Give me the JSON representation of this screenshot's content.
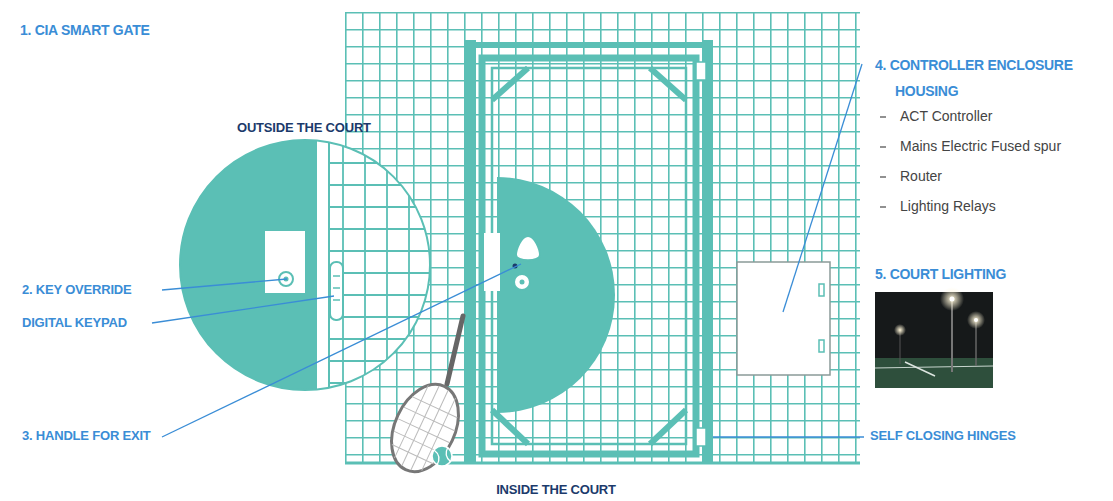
{
  "diagram": {
    "title": "1. CIA SMART GATE",
    "labels": [
      "OUTSIDE THE COURT",
      "2. KEY OVERRIDE",
      "DIGITAL KEYPAD",
      "3. HANDLE FOR EXIT",
      "4. CONTROLLER ENCLOSURE HOUSING",
      "ACT Controller",
      "Mains Electric Fused spur",
      "Router",
      "Lighting Relays",
      "5. COURT LIGHTING",
      "SELF CLOSING HINGES",
      "INSIDE THE COURT"
    ]
  }
}
